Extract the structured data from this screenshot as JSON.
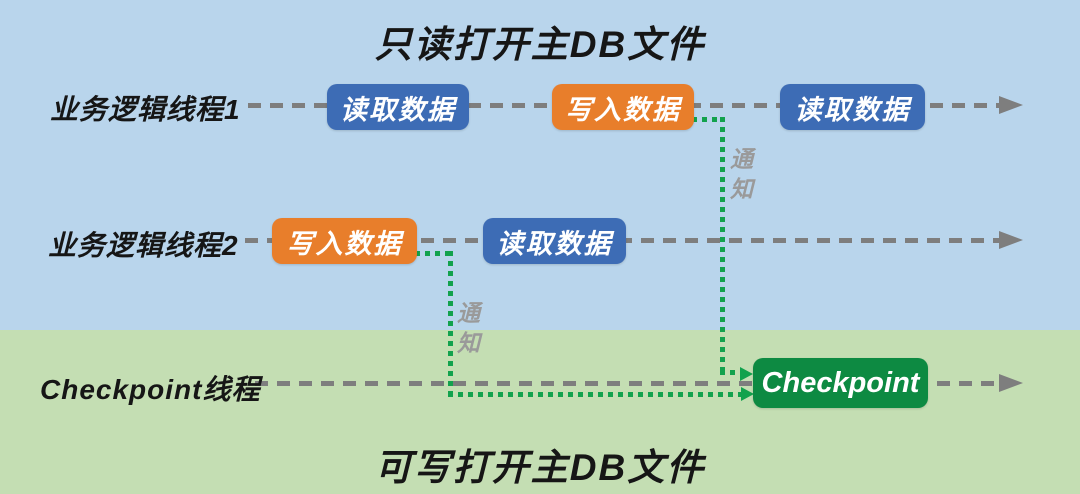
{
  "titles": {
    "top": "只读打开主DB文件",
    "bottom": "可写打开主DB文件"
  },
  "threads": [
    {
      "label": "业务逻辑线程1",
      "boxes": [
        {
          "label": "读取数据",
          "type": "read"
        },
        {
          "label": "写入数据",
          "type": "write"
        },
        {
          "label": "读取数据",
          "type": "read"
        }
      ]
    },
    {
      "label": "业务逻辑线程2",
      "boxes": [
        {
          "label": "写入数据",
          "type": "write"
        },
        {
          "label": "读取数据",
          "type": "read"
        }
      ]
    },
    {
      "label": "Checkpoint线程",
      "boxes": [
        {
          "label": "Checkpoint",
          "type": "checkpoint"
        }
      ]
    }
  ],
  "notifications": [
    {
      "label": "通知"
    },
    {
      "label": "通知"
    }
  ],
  "colors": {
    "bg-readonly": "#B9D5EC",
    "bg-writable": "#C4DEB3",
    "box-read": "#3D6CB5",
    "box-write": "#E87E2B",
    "box-checkpoint": "#0D8A42",
    "timeline-dash": "#7E7E7E",
    "notify-line": "#12A24D",
    "notify-text": "#9A9A9A",
    "text": "#161616"
  }
}
